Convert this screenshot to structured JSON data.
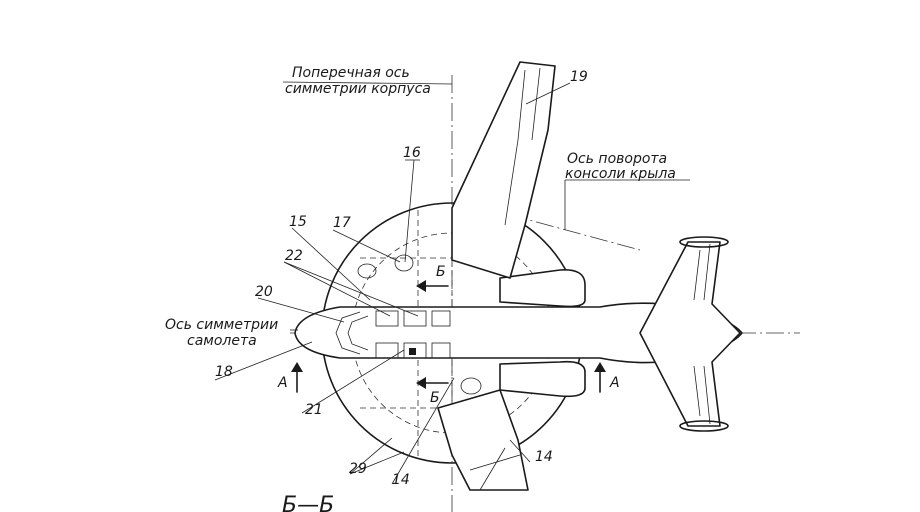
{
  "labels": {
    "hull_axis_line1": "Поперечная ось",
    "hull_axis_line2": "симметрии корпуса",
    "wing_pivot_line1": "Ось поворота",
    "wing_pivot_line2": "консоли крыла",
    "aircraft_axis_line1": "Ось симметрии",
    "aircraft_axis_line2": "самолета"
  },
  "callouts": [
    "15",
    "16",
    "17",
    "22",
    "20",
    "18",
    "21",
    "29",
    "14",
    "14",
    "19"
  ],
  "section_marks": {
    "a_left": "А",
    "a_right": "А",
    "b_top": "Б",
    "b_bottom": "Б"
  },
  "section_title": "Б—Б"
}
